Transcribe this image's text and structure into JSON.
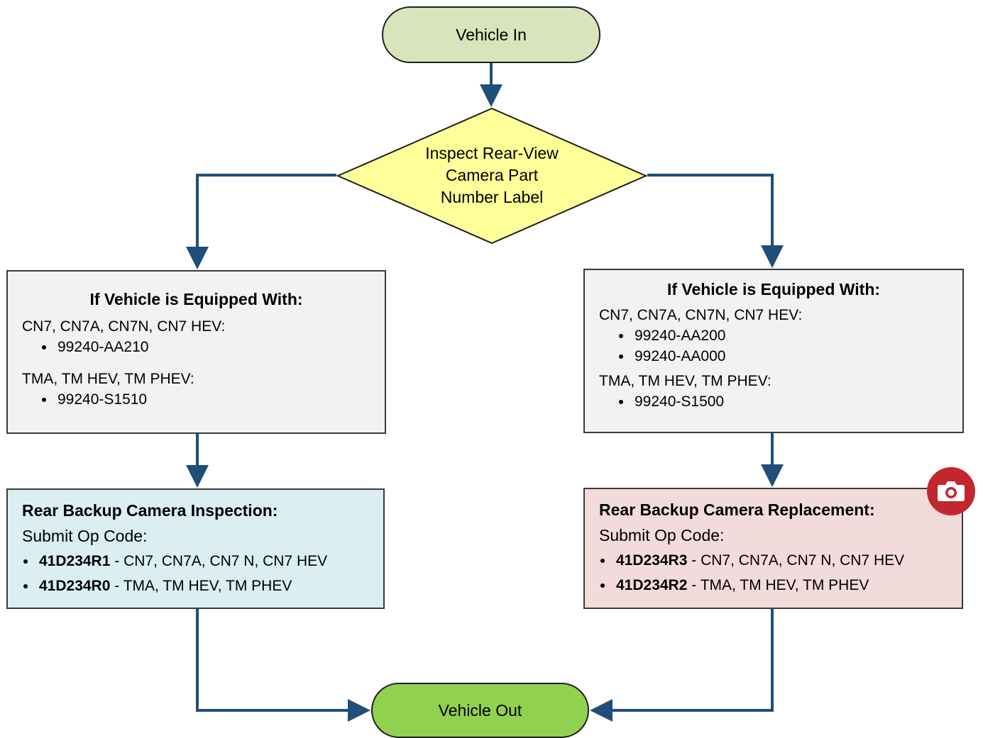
{
  "start": {
    "label": "Vehicle In"
  },
  "decision": {
    "label": "Inspect Rear-View Camera Part Number Label"
  },
  "left_equip": {
    "title": "If Vehicle is Equipped With:",
    "group1_label": "CN7, CN7A, CN7N, CN7 HEV:",
    "group1_parts": [
      "99240-AA210"
    ],
    "group2_label": "TMA, TM HEV, TM PHEV:",
    "group2_parts": [
      "99240-S1510"
    ]
  },
  "right_equip": {
    "title": "If Vehicle is Equipped With:",
    "group1_label": "CN7, CN7A, CN7N, CN7 HEV:",
    "group1_parts": [
      "99240-AA200",
      "99240-AA000"
    ],
    "group2_label": "TMA, TM HEV, TM PHEV:",
    "group2_parts": [
      "99240-S1500"
    ]
  },
  "inspection": {
    "title": "Rear Backup Camera Inspection:",
    "subtitle": "Submit Op Code:",
    "codes": [
      {
        "code": "41D234R1",
        "desc": " - CN7, CN7A, CN7 N, CN7 HEV"
      },
      {
        "code": "41D234R0",
        "desc": " - TMA, TM HEV, TM PHEV"
      }
    ]
  },
  "replacement": {
    "title": "Rear Backup Camera Replacement:",
    "subtitle": "Submit Op Code:",
    "codes": [
      {
        "code": "41D234R3",
        "desc": " - CN7, CN7A, CN7 N, CN7 HEV"
      },
      {
        "code": "41D234R2",
        "desc": " - TMA, TM HEV, TM PHEV"
      }
    ]
  },
  "end": {
    "label": "Vehicle Out"
  },
  "badge": {
    "icon": "camera-icon",
    "color": "#c1272d"
  },
  "colors": {
    "start_fill": "#d8e4bc",
    "decision_fill": "#ffff99",
    "equip_fill": "#f2f2f2",
    "inspection_fill": "#dbeef4",
    "replacement_fill": "#f2dcdb",
    "end_fill": "#92d050",
    "connector": "#1f4e79"
  }
}
